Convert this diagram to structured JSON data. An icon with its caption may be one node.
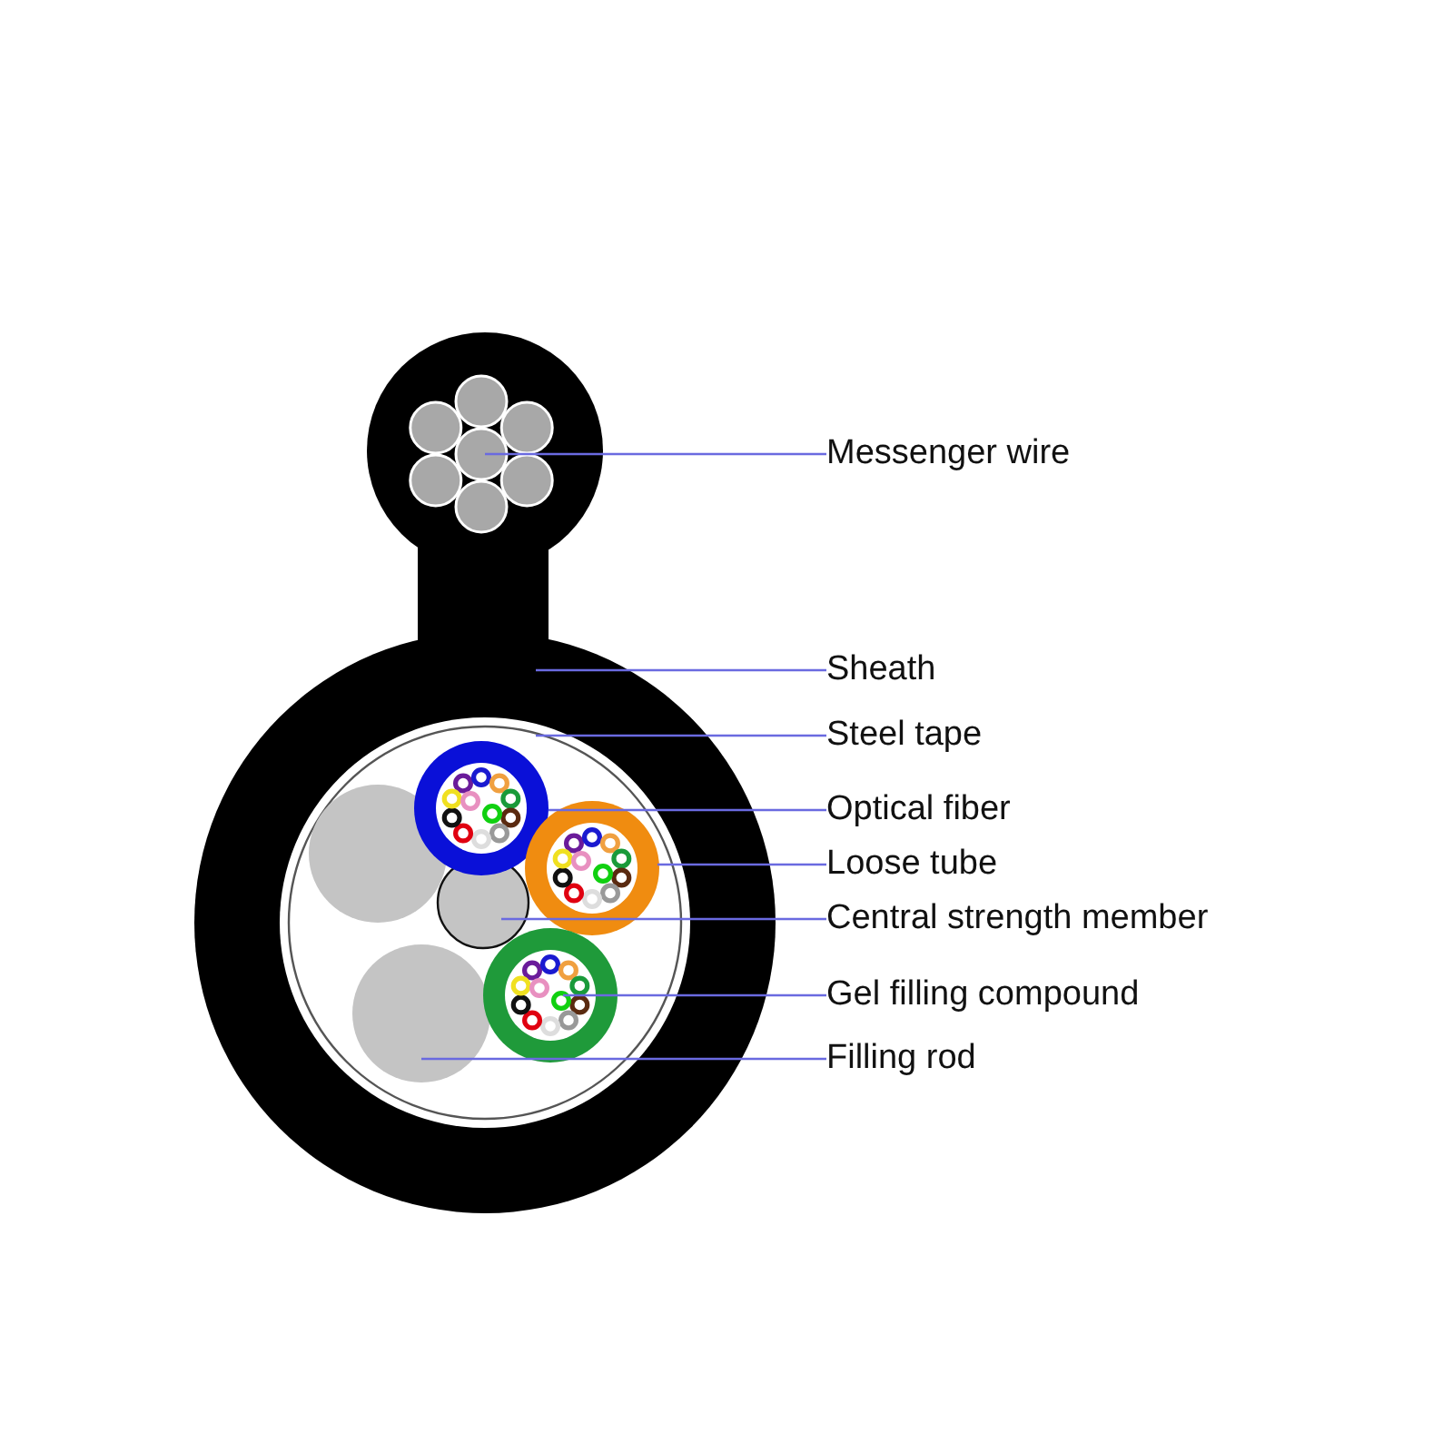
{
  "diagram": {
    "nodes": [
      {
        "text": [
          "Messenger wire"
        ]
      },
      {
        "text": [
          "Sheath"
        ]
      },
      {
        "text": [
          "Steel tape"
        ]
      },
      {
        "text": [
          "Optical fiber"
        ]
      },
      {
        "text": [
          "Loose tube"
        ]
      },
      {
        "text": [
          "Central strength member"
        ]
      },
      {
        "text": [
          "Gel filling compound"
        ]
      },
      {
        "text": [
          "Filling rod"
        ]
      }
    ],
    "edges": [
      {
        "from": 0,
        "to": null,
        "arrow": "none"
      },
      {
        "from": 1,
        "to": null,
        "arrow": "none"
      },
      {
        "from": 2,
        "to": null,
        "arrow": "none"
      },
      {
        "from": 3,
        "to": null,
        "arrow": "none"
      },
      {
        "from": 4,
        "to": null,
        "arrow": "none"
      },
      {
        "from": 5,
        "to": null,
        "arrow": "none"
      },
      {
        "from": 6,
        "to": null,
        "arrow": "none"
      },
      {
        "from": 7,
        "to": null,
        "arrow": "none"
      }
    ]
  }
}
